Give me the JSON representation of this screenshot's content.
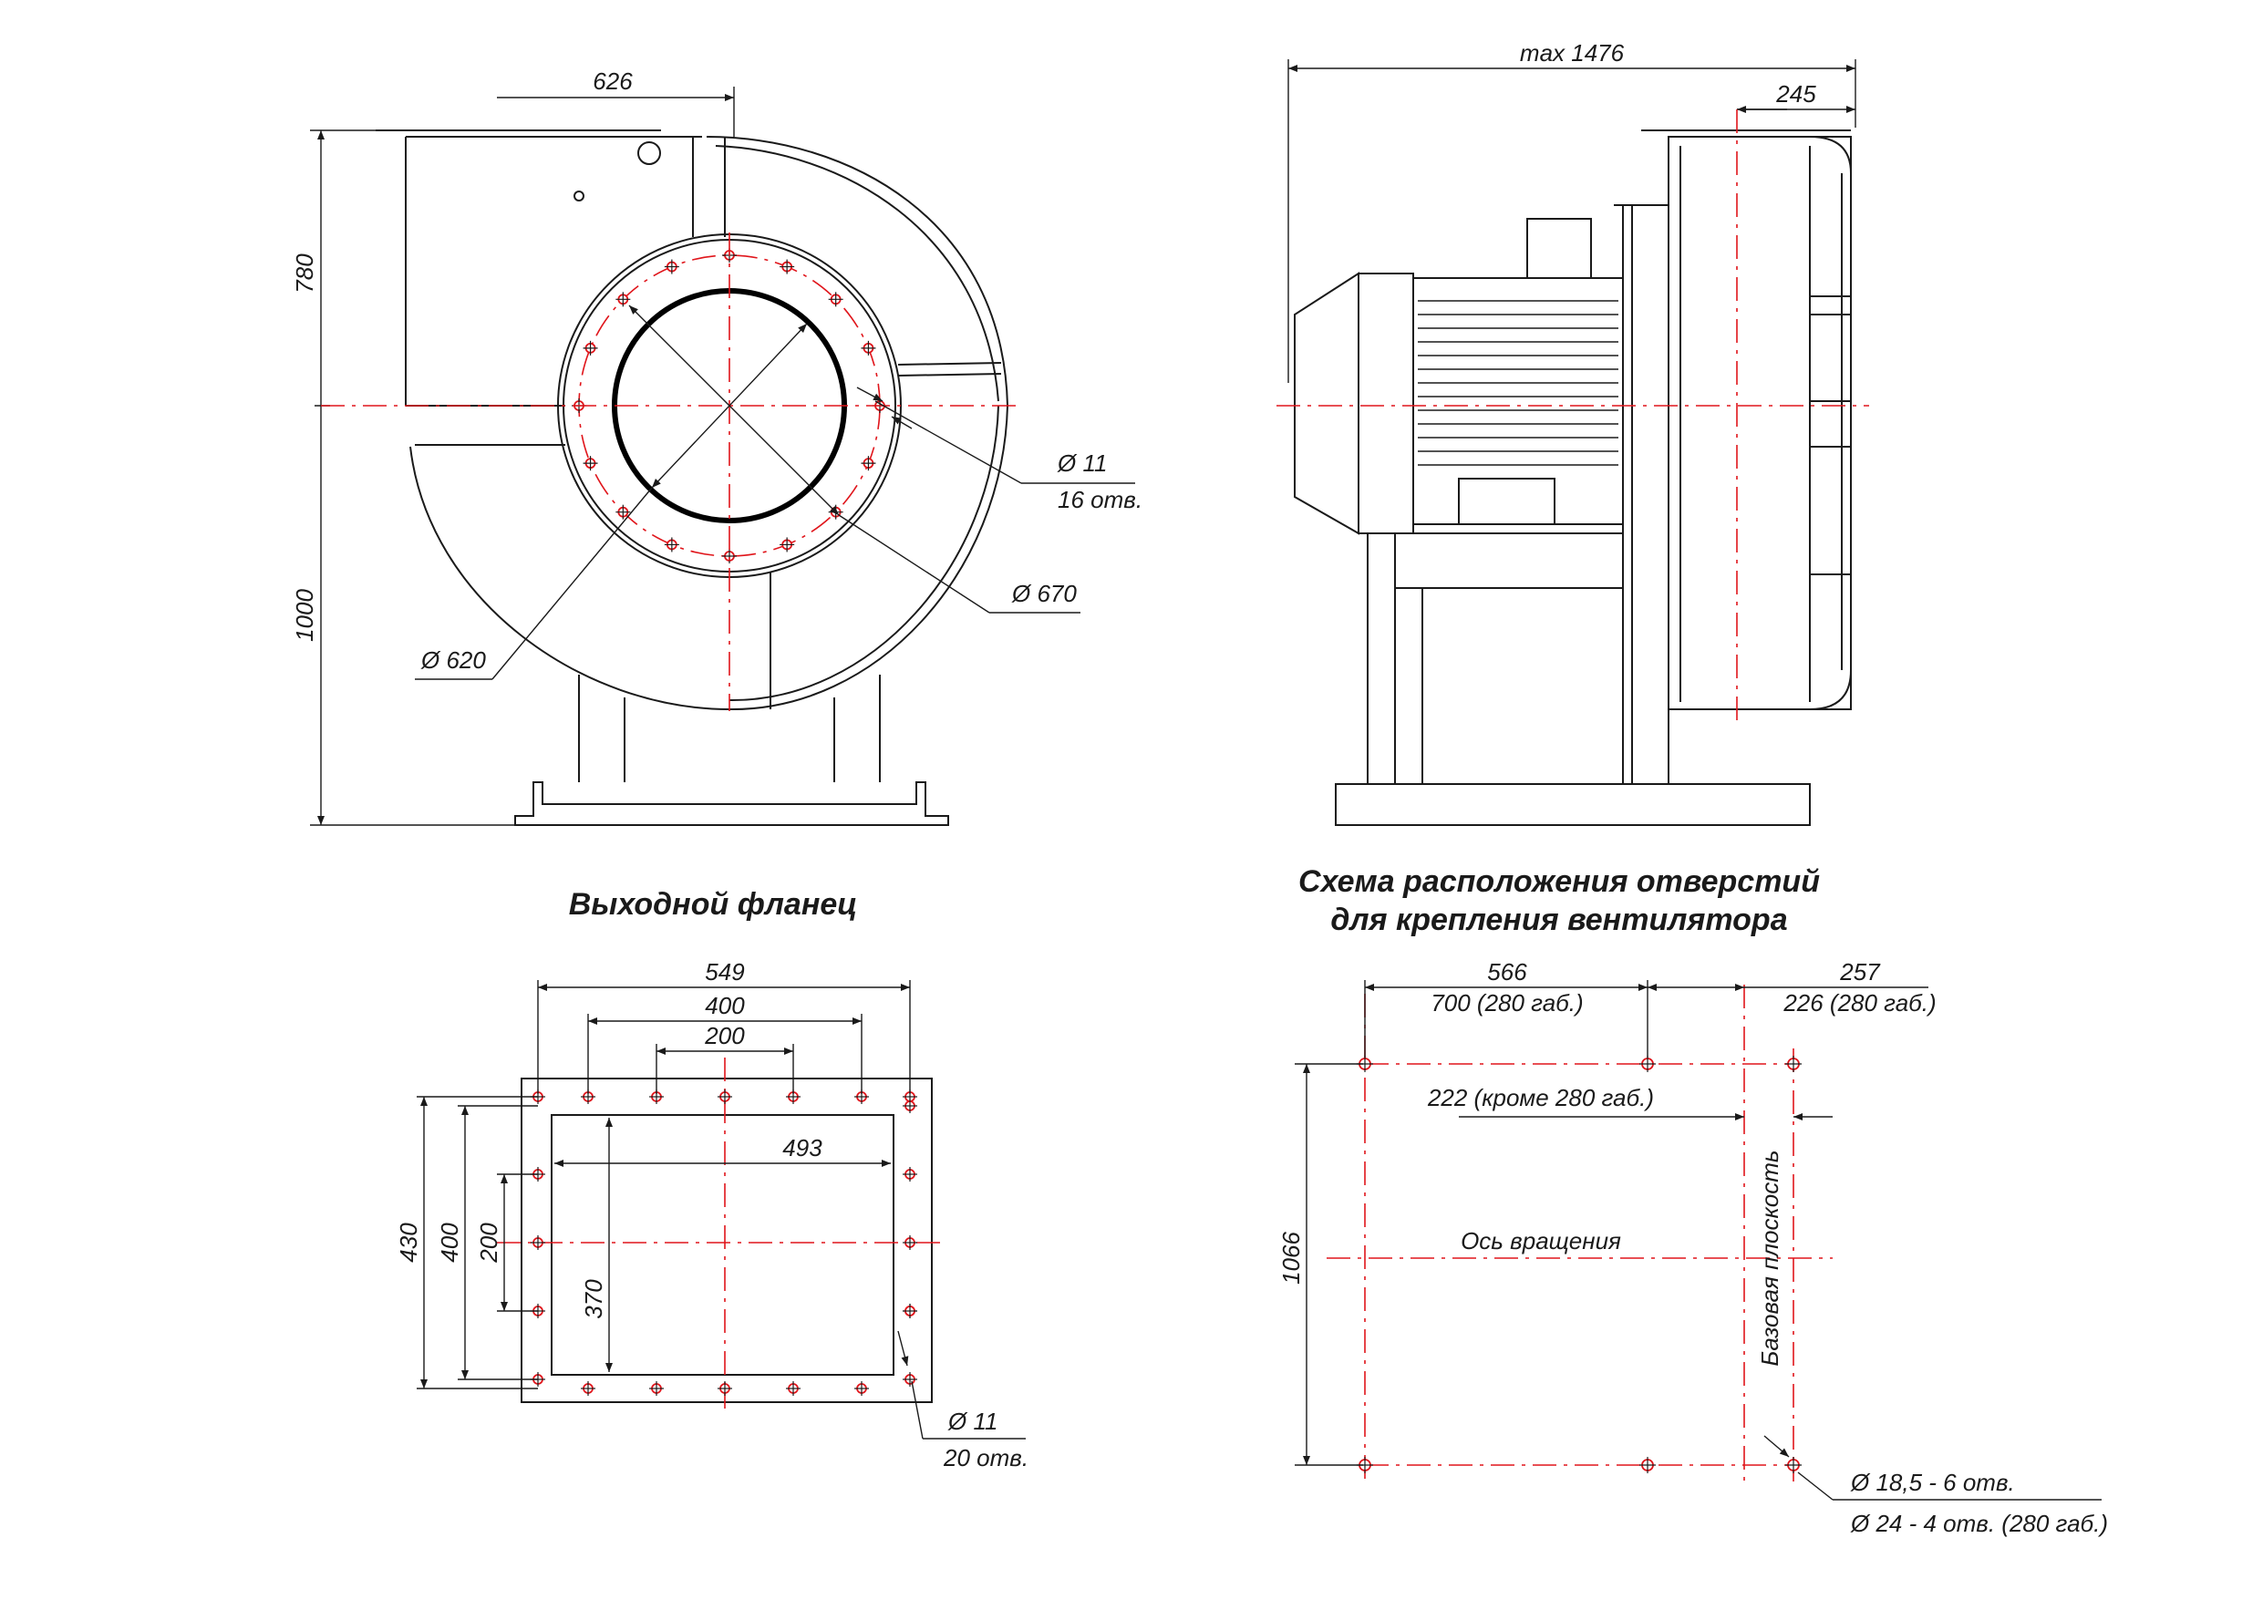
{
  "drawing": {
    "front_view": {
      "dims": {
        "top_width": "626",
        "upper_height": "780",
        "lower_height": "1000"
      },
      "callouts": {
        "hole_dia": "Ø 11",
        "hole_count": "16 отв.",
        "bolt_circle": "Ø 670",
        "inlet_dia": "Ø 620"
      }
    },
    "side_view": {
      "dims": {
        "overall_length": "max 1476",
        "offset": "245"
      }
    },
    "outlet_flange": {
      "title": "Выходной фланец",
      "dims": {
        "w549": "549",
        "w400": "400",
        "w200": "200",
        "w493": "493",
        "h430": "430",
        "h400": "400",
        "h200": "200",
        "h370": "370"
      },
      "callouts": {
        "hole_dia": "Ø 11",
        "hole_count": "20 отв."
      }
    },
    "mounting": {
      "title_line1": "Схема расположения отверстий",
      "title_line2": "для крепления вентилятора",
      "dims": {
        "a_main": "566",
        "a_alt": "700 (280 габ.)",
        "b_main": "257",
        "b_alt": "226 (280 габ.)",
        "c_note": "222 (кроме 280 габ.)",
        "height": "1066"
      },
      "axis_label": "Ось вращения",
      "base_plane_label": "Базовая плоскость",
      "callouts": {
        "holes_main": "Ø 18,5 - 6 отв.",
        "holes_alt": "Ø 24 - 4 отв. (280 габ.)"
      }
    }
  },
  "colors": {
    "line": "#1a1a1a",
    "axis": "#e0151b",
    "background": "#ffffff"
  }
}
